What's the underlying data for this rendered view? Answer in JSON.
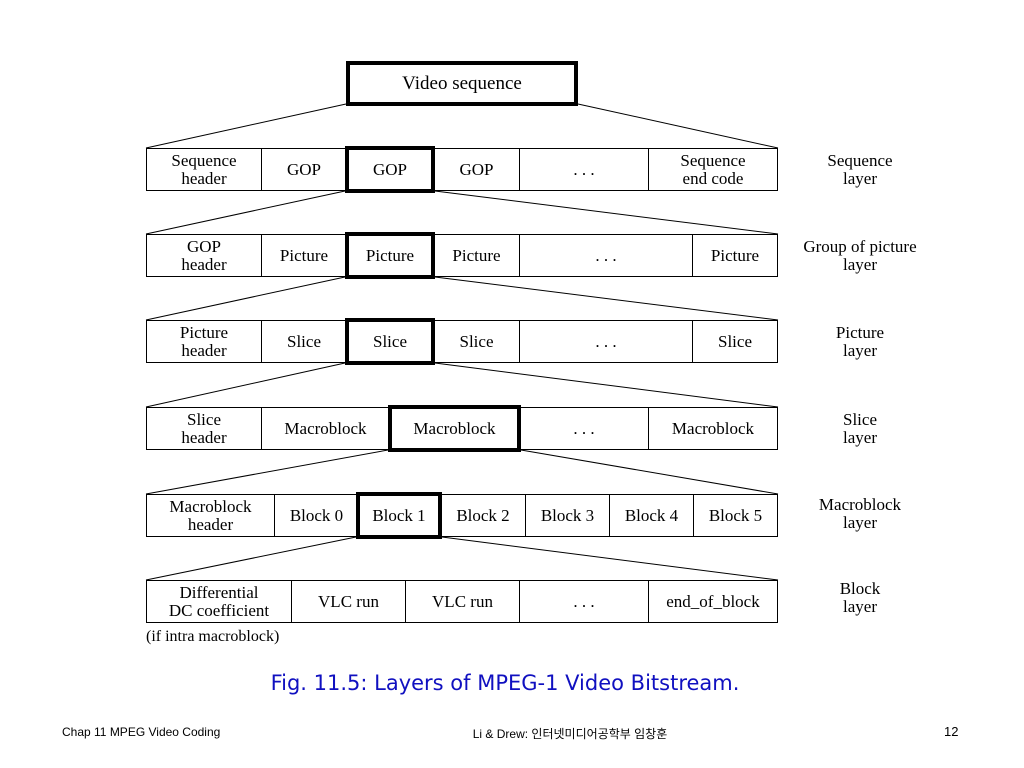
{
  "figure": {
    "top_box": "Video sequence",
    "rows": [
      {
        "cells": [
          "Sequence\nheader",
          "GOP",
          "GOP",
          "GOP",
          ". . .",
          "Sequence\nend code"
        ],
        "layer": "Sequence\nlayer"
      },
      {
        "cells": [
          "GOP\nheader",
          "Picture",
          "Picture",
          "Picture",
          ". . .",
          "Picture"
        ],
        "layer": "Group of picture\nlayer"
      },
      {
        "cells": [
          "Picture\nheader",
          "Slice",
          "Slice",
          "Slice",
          ". . .",
          "Slice"
        ],
        "layer": "Picture\nlayer"
      },
      {
        "cells": [
          "Slice\nheader",
          "Macroblock",
          "Macroblock",
          ". . .",
          "Macroblock"
        ],
        "layer": "Slice\nlayer"
      },
      {
        "cells": [
          "Macroblock\nheader",
          "Block 0",
          "Block 1",
          "Block 2",
          "Block 3",
          "Block 4",
          "Block 5"
        ],
        "layer": "Macroblock\nlayer"
      },
      {
        "cells": [
          "Differential\nDC coefficient",
          "VLC run",
          "VLC run",
          ". . .",
          "end_of_block"
        ],
        "layer": "Block\nlayer"
      }
    ],
    "note": "(if intra macroblock)"
  },
  "caption": "Fig. 11.5: Layers of MPEG-1 Video Bitstream.",
  "footer": {
    "left": "Chap 11  MPEG Video Coding",
    "center": "Li & Drew: 인터넷미디어공학부 임창훈",
    "page_number": "12"
  }
}
